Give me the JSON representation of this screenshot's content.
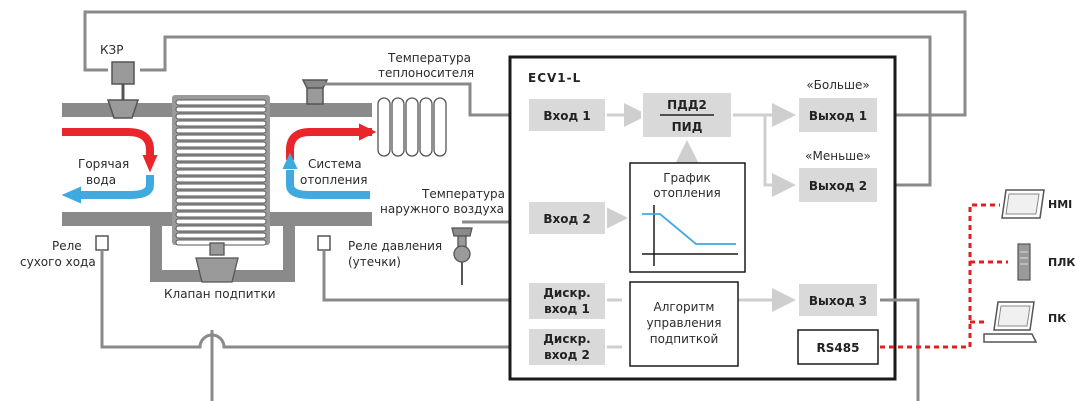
{
  "labels": {
    "kzr": "КЗР",
    "supply_temp": [
      "Температура",
      "теплоносителя"
    ],
    "hot_water": [
      "Горячая",
      "вода"
    ],
    "heating_system": [
      "Система",
      "отопления"
    ],
    "outdoor_temp": [
      "Температура",
      "наружного воздуха"
    ],
    "dry_run_relay": [
      "Реле",
      "сухого хода"
    ],
    "pressure_relay": [
      "Реле давления",
      "(утечки)"
    ],
    "makeup_valve": "Клапан подпитки"
  },
  "controller": {
    "title": "ECV1-L",
    "input1": "Вход 1",
    "input2": "Вход 2",
    "pid_top": "ПДД2",
    "pid_bottom": "ПИД",
    "heating_curve": [
      "График",
      "отопления"
    ],
    "digital_input1": [
      "Дискр.",
      "вход 1"
    ],
    "digital_input2": [
      "Дискр.",
      "вход 2"
    ],
    "makeup_algorithm": [
      "Алгоритм",
      "управления",
      "подпиткой"
    ],
    "more_label": "«Больше»",
    "less_label": "«Меньше»",
    "output1": "Выход 1",
    "output2": "Выход 2",
    "output3": "Выход 3",
    "rs485": "RS485"
  },
  "devices": {
    "hmi": "HMI",
    "plc": "ПЛК",
    "pc": "ПК"
  },
  "colors": {
    "pipe": "#8a8a8a",
    "hot": "#e8262b",
    "cold": "#3fa9e0",
    "block": "#d9d9d9",
    "dashed": "#e02020"
  }
}
